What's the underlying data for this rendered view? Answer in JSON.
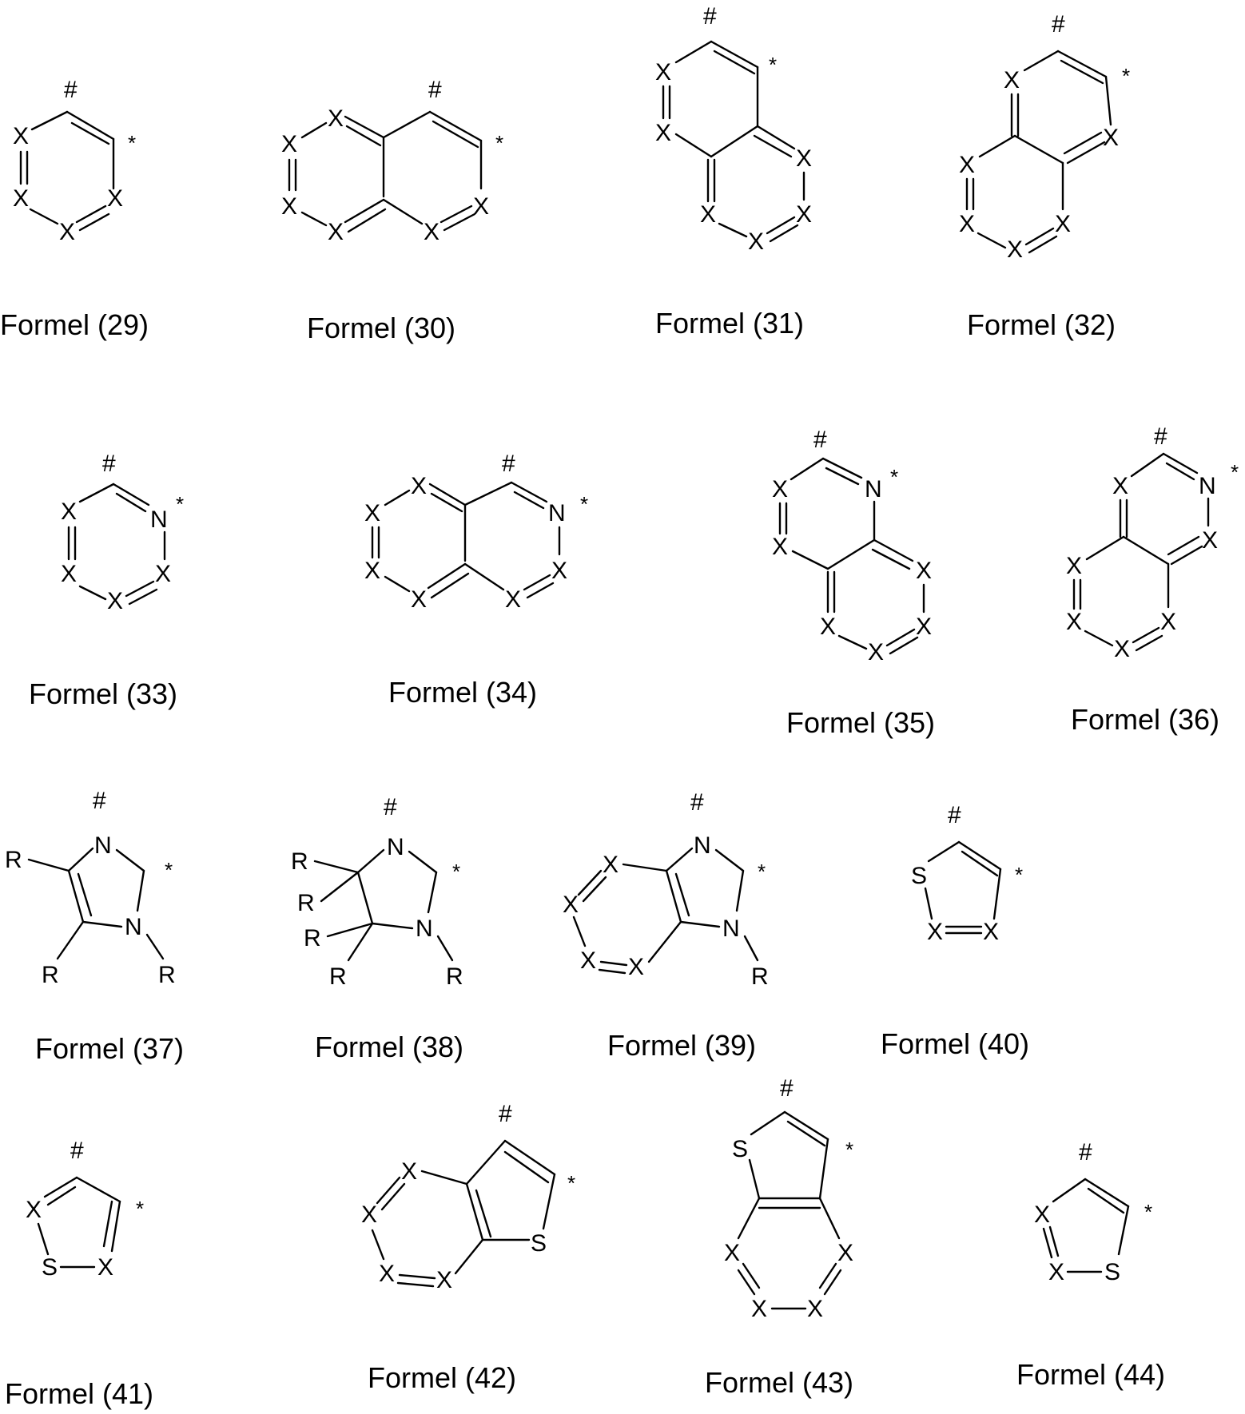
{
  "symbols": {
    "hash": "#",
    "star": "*",
    "X": "X",
    "N": "N",
    "S": "S",
    "R": "R"
  },
  "formulas": [
    {
      "id": "29",
      "caption": "Formel (29)"
    },
    {
      "id": "30",
      "caption": "Formel (30)"
    },
    {
      "id": "31",
      "caption": "Formel (31)"
    },
    {
      "id": "32",
      "caption": "Formel (32)"
    },
    {
      "id": "33",
      "caption": "Formel (33)"
    },
    {
      "id": "34",
      "caption": "Formel (34)"
    },
    {
      "id": "35",
      "caption": "Formel (35)"
    },
    {
      "id": "36",
      "caption": "Formel (36)"
    },
    {
      "id": "37",
      "caption": "Formel (37)"
    },
    {
      "id": "38",
      "caption": "Formel (38)"
    },
    {
      "id": "39",
      "caption": "Formel (39)"
    },
    {
      "id": "40",
      "caption": "Formel (40)"
    },
    {
      "id": "41",
      "caption": "Formel (41)"
    },
    {
      "id": "42",
      "caption": "Formel (42)"
    },
    {
      "id": "43",
      "caption": "Formel (43)"
    },
    {
      "id": "44",
      "caption": "Formel (44)"
    }
  ]
}
